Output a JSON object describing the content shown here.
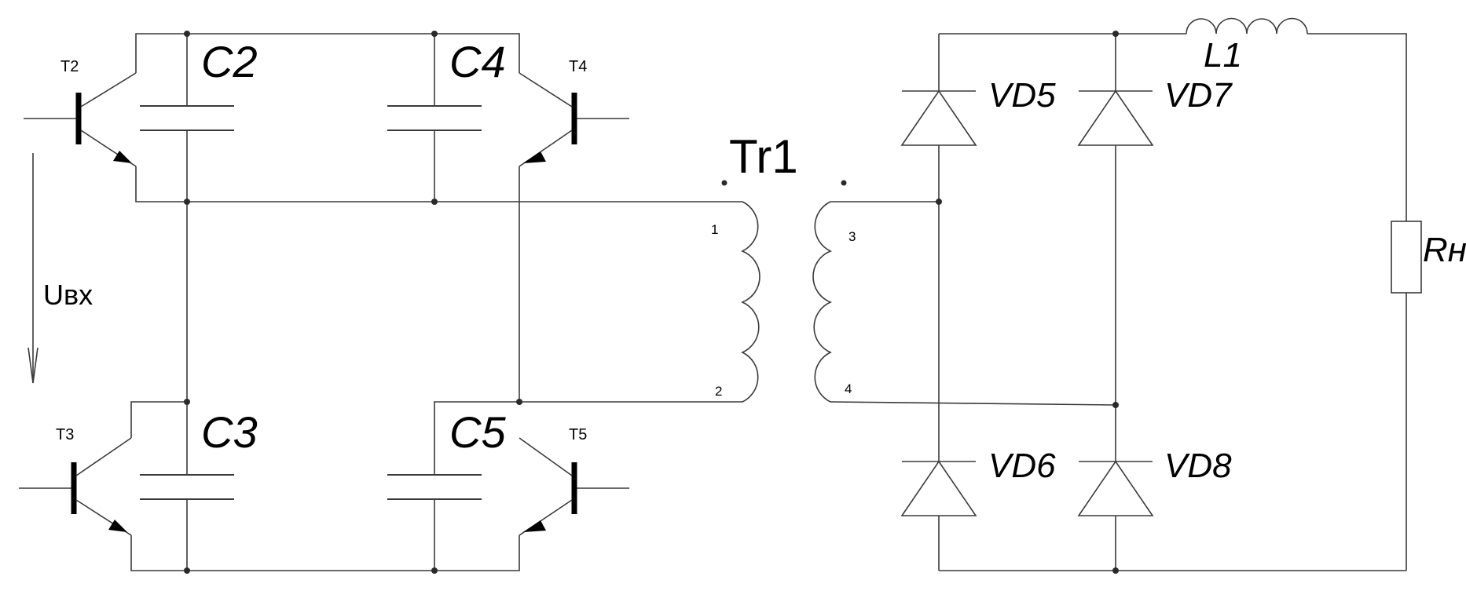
{
  "schematic": {
    "transistors": [
      {
        "id": "t2",
        "label": "T2"
      },
      {
        "id": "t3",
        "label": "T3"
      },
      {
        "id": "t4",
        "label": "T4"
      },
      {
        "id": "t5",
        "label": "T5"
      }
    ],
    "capacitors": [
      {
        "id": "c2",
        "label": "C2"
      },
      {
        "id": "c3",
        "label": "C3"
      },
      {
        "id": "c4",
        "label": "C4"
      },
      {
        "id": "c5",
        "label": "C5"
      }
    ],
    "transformer": {
      "label": "Tr1",
      "pins": [
        "1",
        "2",
        "3",
        "4"
      ]
    },
    "diodes": [
      {
        "id": "vd5",
        "label": "VD5"
      },
      {
        "id": "vd6",
        "label": "VD6"
      },
      {
        "id": "vd7",
        "label": "VD7"
      },
      {
        "id": "vd8",
        "label": "VD8"
      }
    ],
    "inductor": {
      "label": "L1"
    },
    "load": {
      "label": "Rн"
    },
    "input_voltage": {
      "label": "Uвх"
    }
  }
}
